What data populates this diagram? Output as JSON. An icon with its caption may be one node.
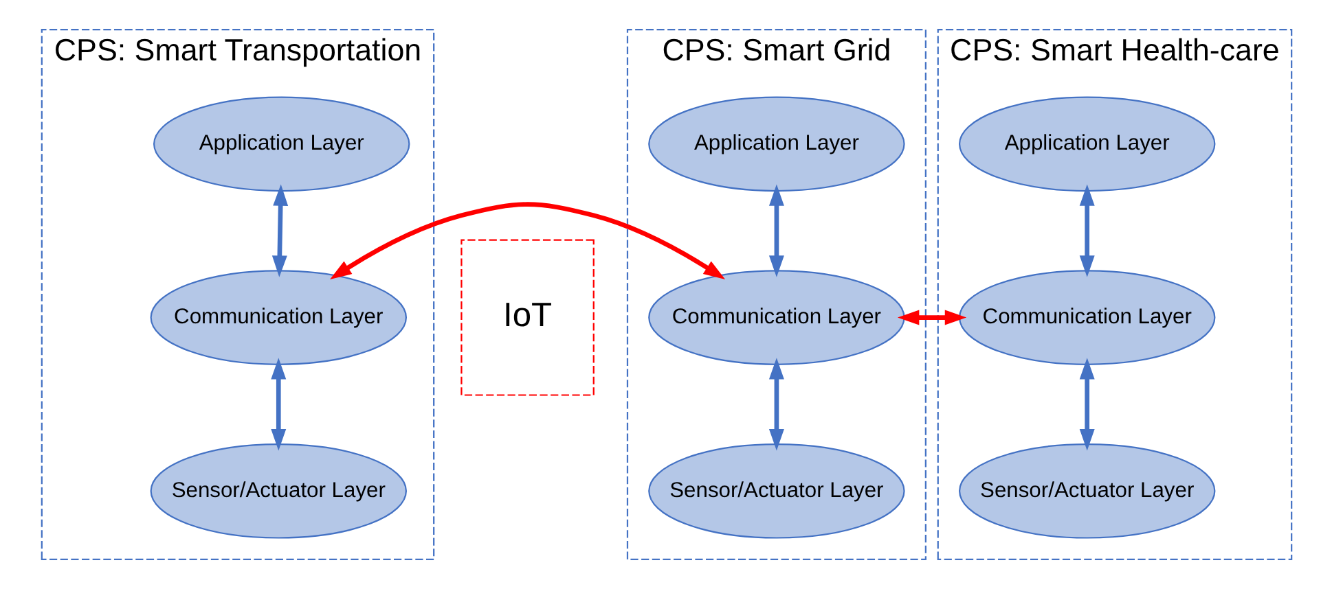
{
  "diagram": {
    "nodes": [
      {
        "text": [
          "CPS: Smart Transportation"
        ]
      },
      {
        "text": [
          "Application Layer"
        ],
        "in": 0
      },
      {
        "text": [
          "Communication Layer"
        ],
        "in": 0
      },
      {
        "text": [
          "Sensor/Actuator Layer"
        ],
        "in": 0
      },
      {
        "text": [
          "CPS: Smart Grid"
        ]
      },
      {
        "text": [
          "Application Layer"
        ],
        "in": 4
      },
      {
        "text": [
          "Communication Layer"
        ],
        "in": 4
      },
      {
        "text": [
          "Sensor/Actuator Layer"
        ],
        "in": 4
      },
      {
        "text": [
          "CPS: Smart Health-care"
        ]
      },
      {
        "text": [
          "Application Layer"
        ],
        "in": 8
      },
      {
        "text": [
          "Communication Layer"
        ],
        "in": 8
      },
      {
        "text": [
          "Sensor/Actuator Layer"
        ],
        "in": 8
      },
      {
        "text": [
          "IoT"
        ]
      }
    ],
    "edges": [
      {
        "from": 1,
        "to": 2,
        "arrow": "both"
      },
      {
        "from": 2,
        "to": 3,
        "arrow": "both"
      },
      {
        "from": 5,
        "to": 6,
        "arrow": "both"
      },
      {
        "from": 6,
        "to": 7,
        "arrow": "both"
      },
      {
        "from": 9,
        "to": 10,
        "arrow": "both"
      },
      {
        "from": 10,
        "to": 11,
        "arrow": "both"
      },
      {
        "from": 2,
        "to": 6,
        "arrow": "both",
        "color": "#ff0000"
      },
      {
        "from": 6,
        "to": 10,
        "arrow": "both",
        "color": "#ff0000"
      }
    ]
  }
}
